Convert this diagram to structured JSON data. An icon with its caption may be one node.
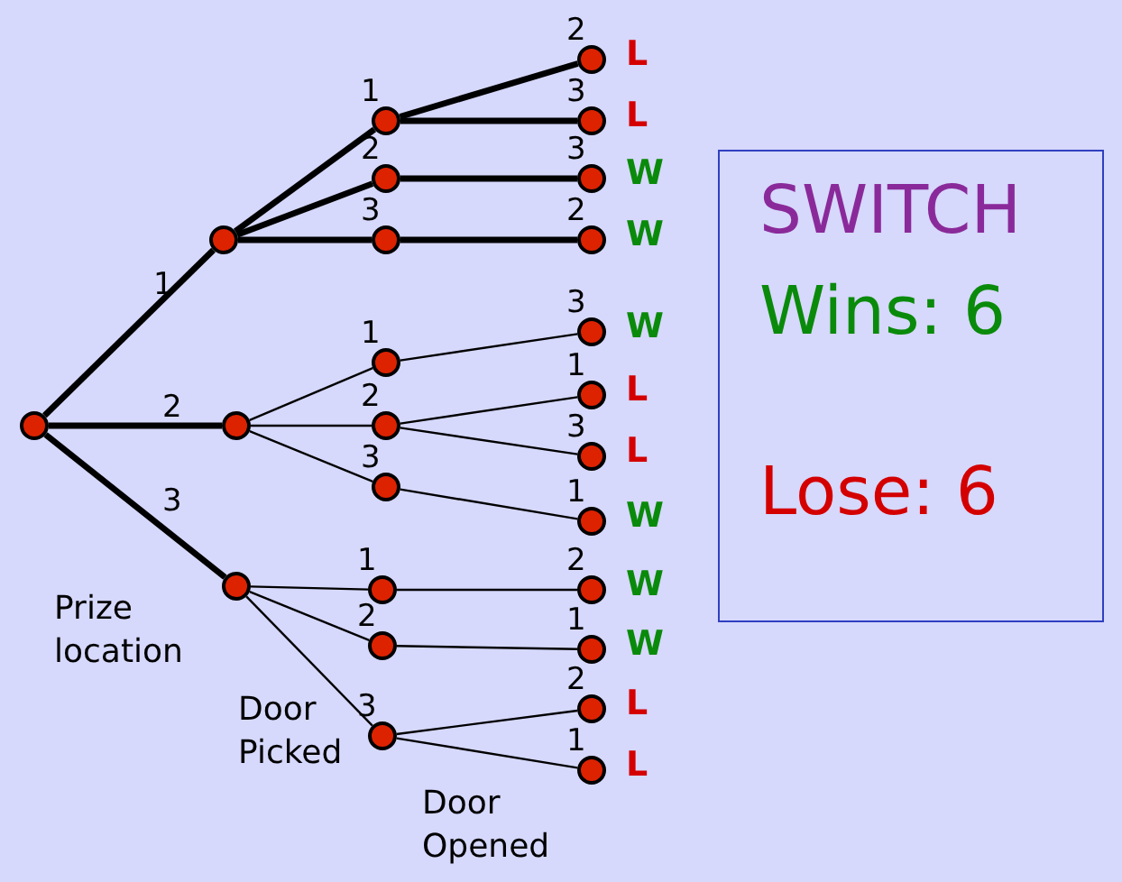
{
  "diagram": {
    "nodes": [
      {
        "text": [],
        "shape": "circle"
      },
      {
        "text": [],
        "shape": "circle"
      },
      {
        "text": [],
        "shape": "circle",
        "beside": [
          "1"
        ]
      },
      {
        "text": [],
        "shape": "circle",
        "beside": [
          "2"
        ]
      },
      {
        "text": [],
        "shape": "circle",
        "beside": [
          "3"
        ]
      },
      {
        "text": [],
        "shape": "circle",
        "beside": [
          "2",
          "L"
        ]
      },
      {
        "text": [],
        "shape": "circle",
        "beside": [
          "3",
          "L"
        ]
      },
      {
        "text": [],
        "shape": "circle",
        "beside": [
          "3",
          "W"
        ]
      },
      {
        "text": [],
        "shape": "circle",
        "beside": [
          "2",
          "W"
        ]
      },
      {
        "text": [],
        "shape": "circle"
      },
      {
        "text": [],
        "shape": "circle",
        "beside": [
          "1"
        ]
      },
      {
        "text": [],
        "shape": "circle",
        "beside": [
          "2"
        ]
      },
      {
        "text": [],
        "shape": "circle",
        "beside": [
          "3"
        ]
      },
      {
        "text": [],
        "shape": "circle",
        "beside": [
          "3",
          "W"
        ]
      },
      {
        "text": [],
        "shape": "circle",
        "beside": [
          "1",
          "L"
        ]
      },
      {
        "text": [],
        "shape": "circle",
        "beside": [
          "3",
          "L"
        ]
      },
      {
        "text": [],
        "shape": "circle",
        "beside": [
          "1",
          "W"
        ]
      },
      {
        "text": [],
        "shape": "circle"
      },
      {
        "text": [],
        "shape": "circle",
        "beside": [
          "1"
        ]
      },
      {
        "text": [],
        "shape": "circle",
        "beside": [
          "2"
        ]
      },
      {
        "text": [],
        "shape": "circle",
        "beside": [
          "3"
        ]
      },
      {
        "text": [],
        "shape": "circle",
        "beside": [
          "2",
          "W"
        ]
      },
      {
        "text": [],
        "shape": "circle",
        "beside": [
          "1",
          "W"
        ]
      },
      {
        "text": [],
        "shape": "circle",
        "beside": [
          "2",
          "L"
        ]
      },
      {
        "text": [],
        "shape": "circle",
        "beside": [
          "1",
          "L"
        ]
      },
      {
        "text": [
          "SWITCH",
          "Wins: 6",
          "Lose: 6"
        ]
      }
    ],
    "edges": [
      {
        "from": 0,
        "to": 1,
        "arrow": "none",
        "label": "1",
        "style": "thick"
      },
      {
        "from": 0,
        "to": 9,
        "arrow": "none",
        "label": "2",
        "style": "thick"
      },
      {
        "from": 0,
        "to": 17,
        "arrow": "none",
        "label": "3",
        "style": "thick"
      },
      {
        "from": 1,
        "to": 2,
        "arrow": "none",
        "style": "thick"
      },
      {
        "from": 1,
        "to": 3,
        "arrow": "none",
        "style": "thick"
      },
      {
        "from": 1,
        "to": 4,
        "arrow": "none",
        "style": "thick"
      },
      {
        "from": 2,
        "to": 5,
        "arrow": "none",
        "style": "thick"
      },
      {
        "from": 2,
        "to": 6,
        "arrow": "none",
        "style": "thick"
      },
      {
        "from": 3,
        "to": 7,
        "arrow": "none",
        "style": "thick"
      },
      {
        "from": 4,
        "to": 8,
        "arrow": "none",
        "style": "thick"
      },
      {
        "from": 9,
        "to": 10,
        "arrow": "none"
      },
      {
        "from": 9,
        "to": 11,
        "arrow": "none"
      },
      {
        "from": 9,
        "to": 12,
        "arrow": "none"
      },
      {
        "from": 10,
        "to": 13,
        "arrow": "none"
      },
      {
        "from": 11,
        "to": 14,
        "arrow": "none"
      },
      {
        "from": 11,
        "to": 15,
        "arrow": "none"
      },
      {
        "from": 12,
        "to": 16,
        "arrow": "none"
      },
      {
        "from": 17,
        "to": 18,
        "arrow": "none"
      },
      {
        "from": 17,
        "to": 19,
        "arrow": "none"
      },
      {
        "from": 17,
        "to": 20,
        "arrow": "none"
      },
      {
        "from": 18,
        "to": 21,
        "arrow": "none"
      },
      {
        "from": 19,
        "to": 22,
        "arrow": "none"
      },
      {
        "from": 20,
        "to": 23,
        "arrow": "none"
      },
      {
        "from": 20,
        "to": 24,
        "arrow": "none"
      }
    ],
    "labels": [
      "Prize location",
      "Door Picked",
      "Door Opened"
    ]
  }
}
